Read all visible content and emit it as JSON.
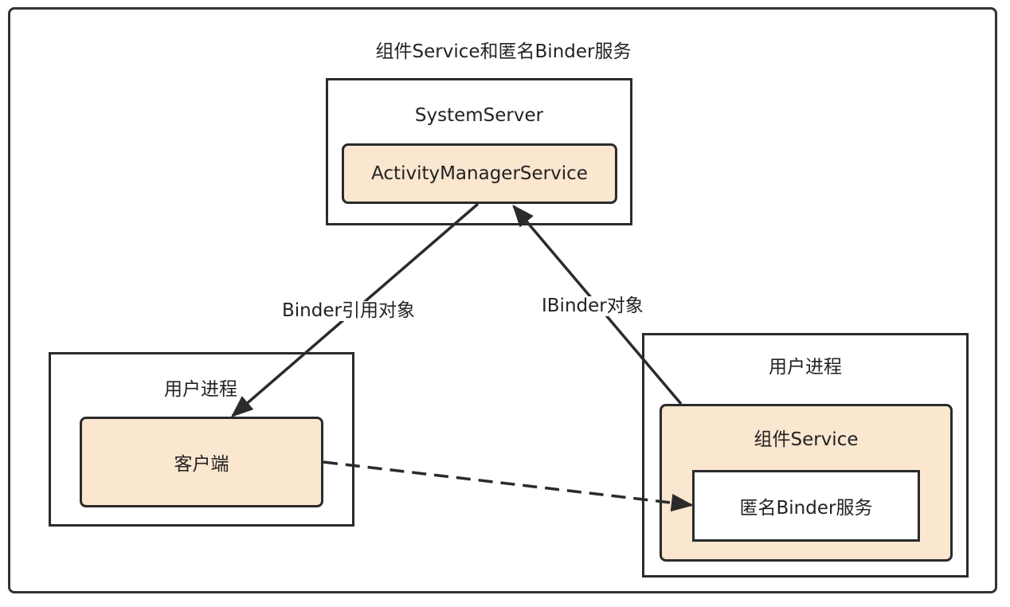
{
  "diagram": {
    "title": "组件Service和匿名Binder服务",
    "system_server": {
      "label": "SystemServer",
      "ams_label": "ActivityManagerService"
    },
    "client_process": {
      "label": "用户进程",
      "client_label": "客户端"
    },
    "service_process": {
      "label": "用户进程",
      "component_label": "组件Service",
      "anon_binder_label": "匿名Binder服务"
    },
    "edges": {
      "binder_ref_label": "Binder引用对象",
      "ibinder_label": "IBinder对象"
    },
    "colors": {
      "node_fill": "#fbe6cf",
      "stroke": "#2b2b2b"
    }
  }
}
